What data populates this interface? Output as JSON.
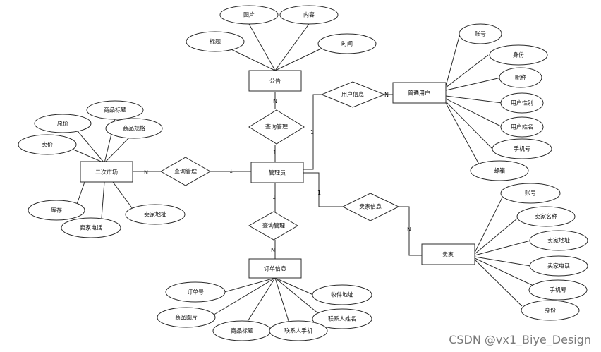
{
  "entities": {
    "notice": "公告",
    "admin": "管理员",
    "user": "普通用户",
    "market": "二次市场",
    "seller": "卖家",
    "order": "订单信息"
  },
  "relations": {
    "admin_notice": "查询管理",
    "admin_user": "用户信息",
    "admin_market": "查询管理",
    "admin_order": "查询管理",
    "admin_seller": "卖家信息"
  },
  "attributes": {
    "notice": [
      "图片",
      "内容",
      "标题",
      "时间"
    ],
    "user": [
      "账号",
      "身份",
      "昵称",
      "用户性别",
      "用户姓名",
      "手机号",
      "邮箱"
    ],
    "market": [
      "商品标题",
      "原价",
      "商品规格",
      "卖价",
      "库存",
      "卖家电话",
      "卖家地址"
    ],
    "seller": [
      "账号",
      "卖家名称",
      "卖家地址",
      "卖家电话",
      "手机号",
      "身份"
    ],
    "order": [
      "订单号",
      "收件地址",
      "商品图片",
      "联系人姓名",
      "商品标题",
      "联系人手机"
    ]
  },
  "cardinality": {
    "admin_side": "1",
    "many_side": "N"
  },
  "watermark": "CSDN @vx1_Biye_Design"
}
